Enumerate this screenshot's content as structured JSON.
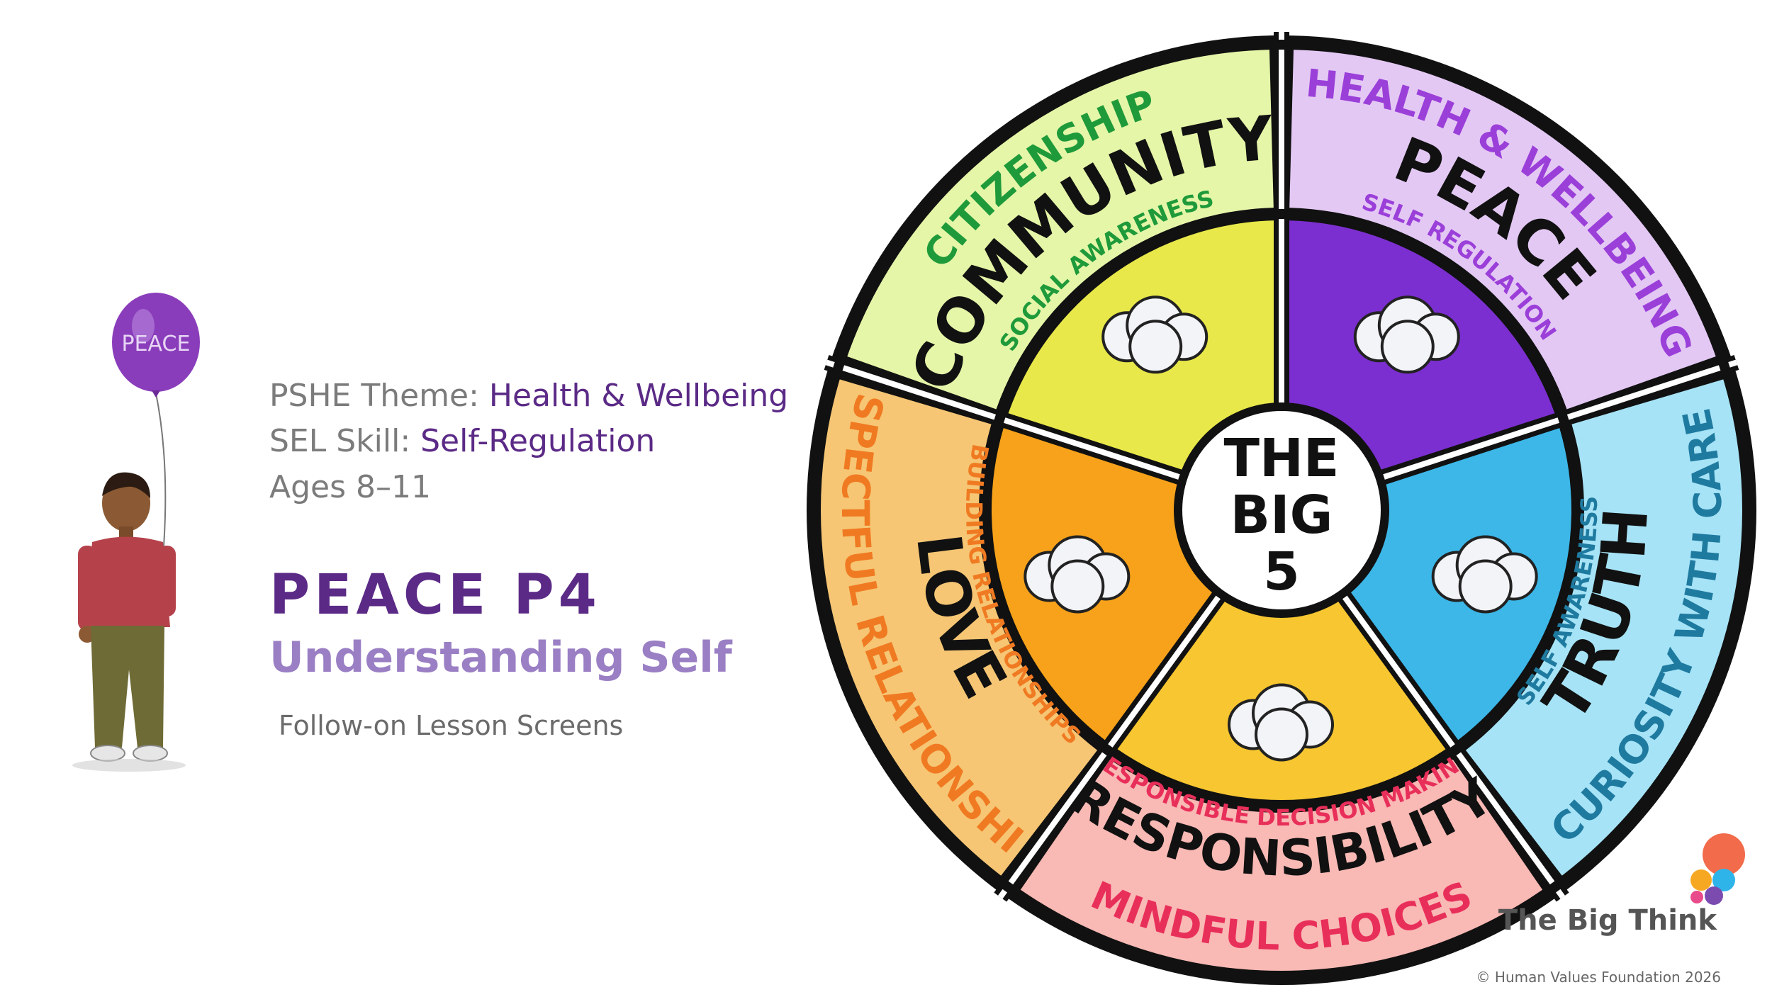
{
  "meta": {
    "pshe_label": "PSHE Theme: ",
    "pshe_value": "Health & Wellbeing",
    "sel_label": "SEL Skill: ",
    "sel_value": "Self-Regulation",
    "ages": "Ages 8–11"
  },
  "lesson": {
    "title": "PEACE P4",
    "subtitle": "Understanding Self",
    "note": "Follow-on Lesson Screens"
  },
  "balloon_text": "PEACE",
  "wheel": {
    "center": [
      "THE",
      "BIG",
      "5"
    ],
    "segments": [
      {
        "theme": "HEALTH & WELLBEING",
        "value": "PEACE",
        "skill": "SELF REGULATION",
        "color": "#e3c8f4",
        "accent": "#9b3fd9"
      },
      {
        "theme": "CURIOSITY WITH CARE",
        "value": "TRUTH",
        "skill": "SELF AWARENESS",
        "color": "#a6e3f6",
        "accent": "#1f7aa0"
      },
      {
        "theme": "MINDFUL CHOICES",
        "value": "RESPONSIBILITY",
        "skill": "RESPONSIBLE DECISION MAKING",
        "color": "#f9b9b4",
        "accent": "#e82f5a"
      },
      {
        "theme": "RESPECTFUL RELATIONSHIPS",
        "value": "LOVE",
        "skill": "BUILDING RELATIONSHIPS",
        "color": "#f6c674",
        "accent": "#f07a22"
      },
      {
        "theme": "CITIZENSHIP",
        "value": "COMMUNITY",
        "skill": "SOCIAL AWARENESS",
        "color": "#e5f6a8",
        "accent": "#1f9a3a"
      }
    ]
  },
  "brand": "The Big Think",
  "copyright": "© Human Values Foundation 2026"
}
